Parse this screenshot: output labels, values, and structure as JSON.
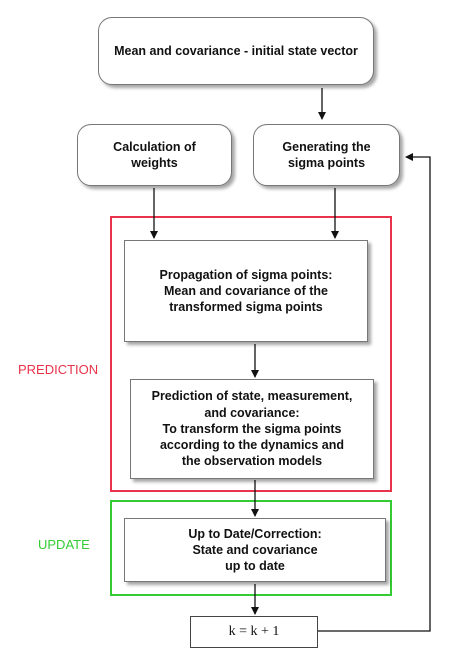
{
  "nodes": {
    "initial_state": {
      "lines": [
        "Mean and covariance - initial state vector"
      ]
    },
    "weights": {
      "lines": [
        "Calculation of",
        "weights"
      ]
    },
    "sigma_points": {
      "lines": [
        "Generating the",
        "sigma points"
      ]
    },
    "propagation": {
      "lines": [
        "Propagation of sigma points:",
        "Mean and covariance of the",
        "transformed sigma points"
      ]
    },
    "prediction": {
      "lines": [
        "Prediction of state, measurement,",
        "and covariance:",
        "To transform the sigma points",
        "according to the dynamics and",
        "the observation models"
      ]
    },
    "update": {
      "lines": [
        "Up to Date/Correction:",
        "State and covariance",
        "up to date"
      ]
    },
    "increment": {
      "lines": [
        "k = k + 1"
      ]
    }
  },
  "regions": {
    "prediction": {
      "label": "PREDICTION",
      "color": "#e8334a"
    },
    "update": {
      "label": "UPDATE",
      "color": "#33cc33"
    }
  }
}
